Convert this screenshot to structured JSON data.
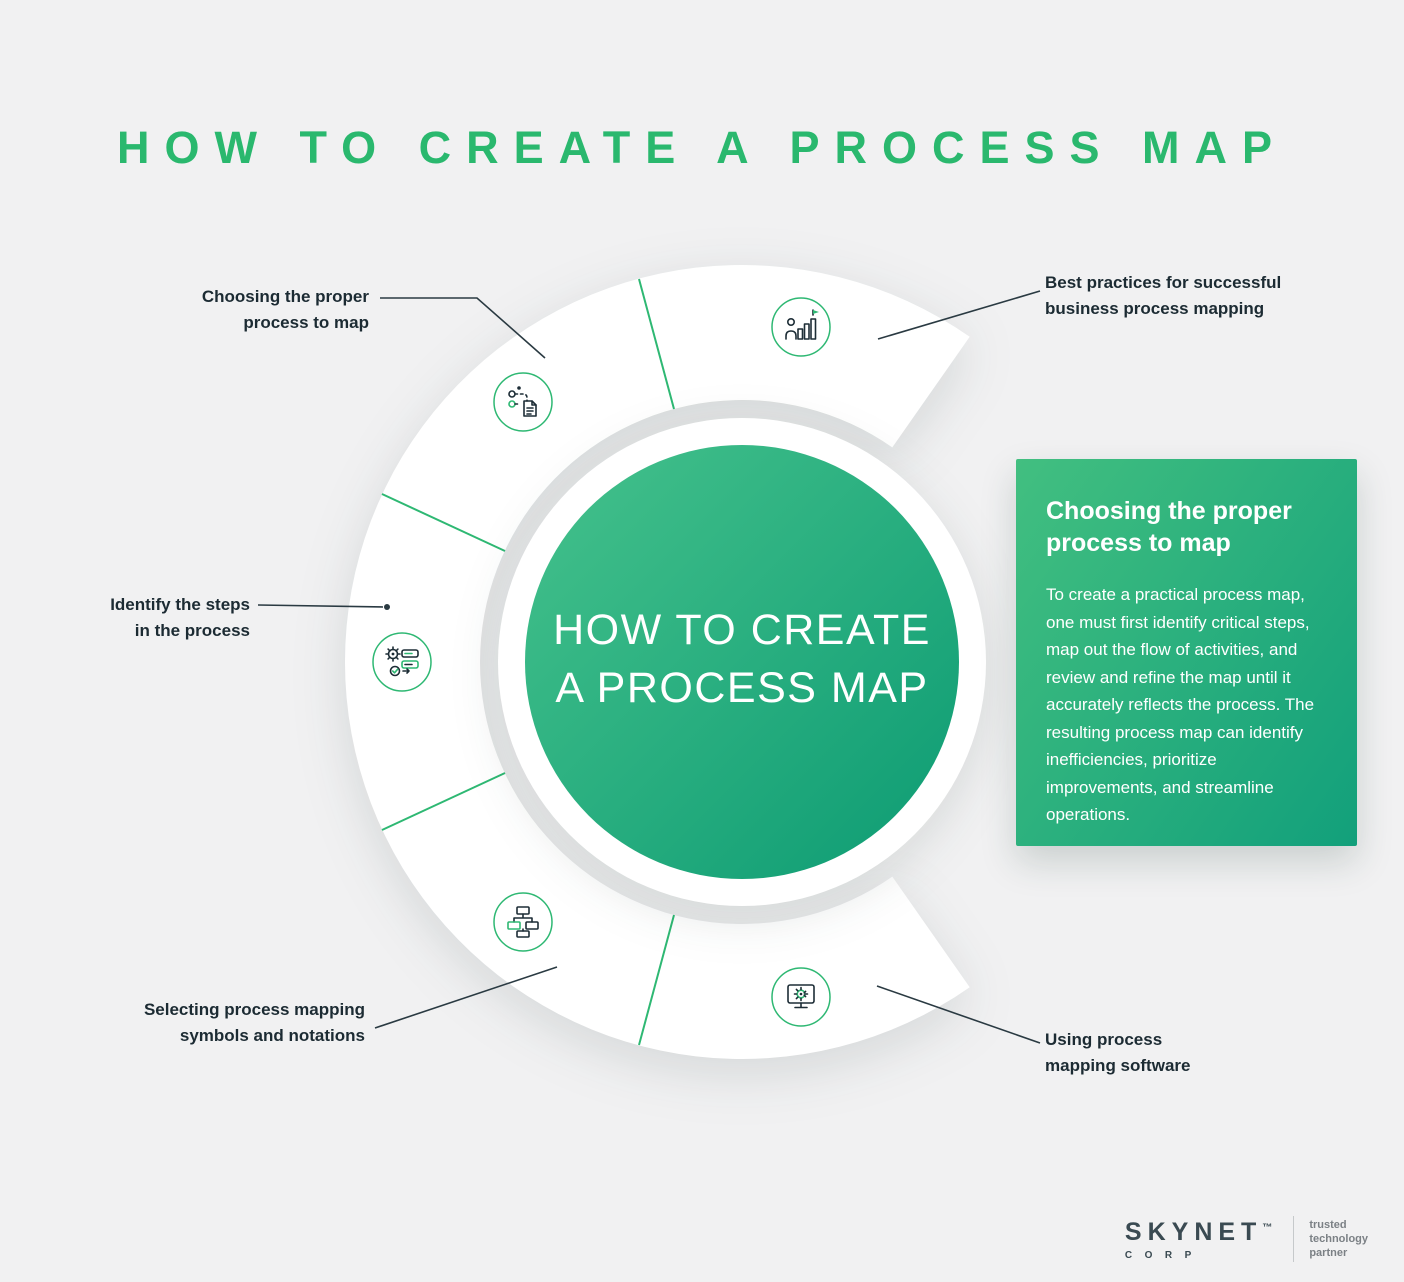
{
  "page": {
    "title": "HOW TO CREATE A PROCESS MAP",
    "background": "#f1f1f2"
  },
  "center": {
    "title": "HOW TO CREATE\nA PROCESS MAP"
  },
  "ring": {
    "labels": {
      "choosing": "Choosing the proper\nprocess to map",
      "best_practices": "Best practices for successful\nbusiness process mapping",
      "identify": "Identify the steps\nin the process",
      "symbols": "Selecting process mapping\nsymbols and notations",
      "software": "Using process\nmapping software"
    },
    "icons": [
      "growth-chart-person-icon",
      "process-flow-document-icon",
      "gear-task-list-icon",
      "flowchart-tree-icon",
      "monitor-gear-icon"
    ]
  },
  "panel": {
    "title": "Choosing the proper process to map",
    "body": "To create a practical process map, one must first identify critical steps, map out the flow of activities, and review and refine the map until it accurately reflects the process. The resulting process map can identify inefficiencies, prioritize improvements, and streamline operations."
  },
  "logo": {
    "brand": "SKYNET",
    "trademark": "™",
    "sub": "CORP",
    "tagline": "trusted\ntechnology\npartner"
  },
  "colors": {
    "accent_green": "#2eb873",
    "title_green": "#2ab86e",
    "ink": "#1c2b33",
    "circle_gradient_start": "#46c28c",
    "circle_gradient_end": "#0c9b73",
    "panel_gradient_start": "#42bf80",
    "panel_gradient_end": "#12a07b"
  }
}
